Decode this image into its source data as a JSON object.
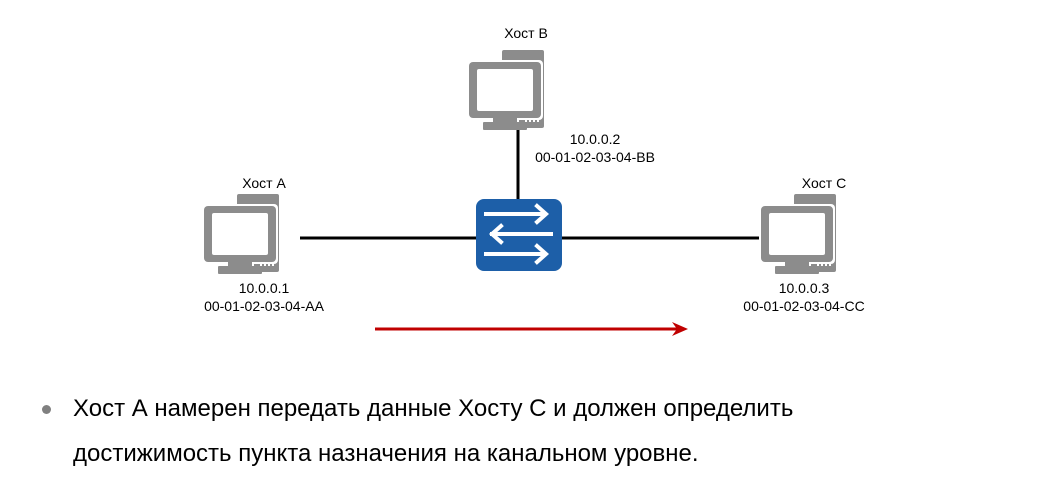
{
  "colors": {
    "host_gray": "#8c8c8c",
    "switch_blue": "#1d5fa8",
    "link_black": "#000000",
    "arrow_red": "#c00000"
  },
  "hosts": {
    "a": {
      "name": "Хост А",
      "ip": "10.0.0.1",
      "mac": "00-01-02-03-04-AA",
      "icon": "computer-icon"
    },
    "b": {
      "name": "Хост B",
      "ip": "10.0.0.2",
      "mac": "00-01-02-03-04-BB",
      "icon": "computer-icon"
    },
    "c": {
      "name": "Хост C",
      "ip": "10.0.0.3",
      "mac": "00-01-02-03-04-CC",
      "icon": "computer-icon"
    }
  },
  "switch": {
    "icon": "switch-icon"
  },
  "arrow": {
    "direction": "right",
    "icon": "arrow-right-icon"
  },
  "bullet": {
    "line1": "Хост А намерен передать данные Хосту С и должен определить",
    "line2": "достижимость пункта назначения на канальном уровне."
  }
}
